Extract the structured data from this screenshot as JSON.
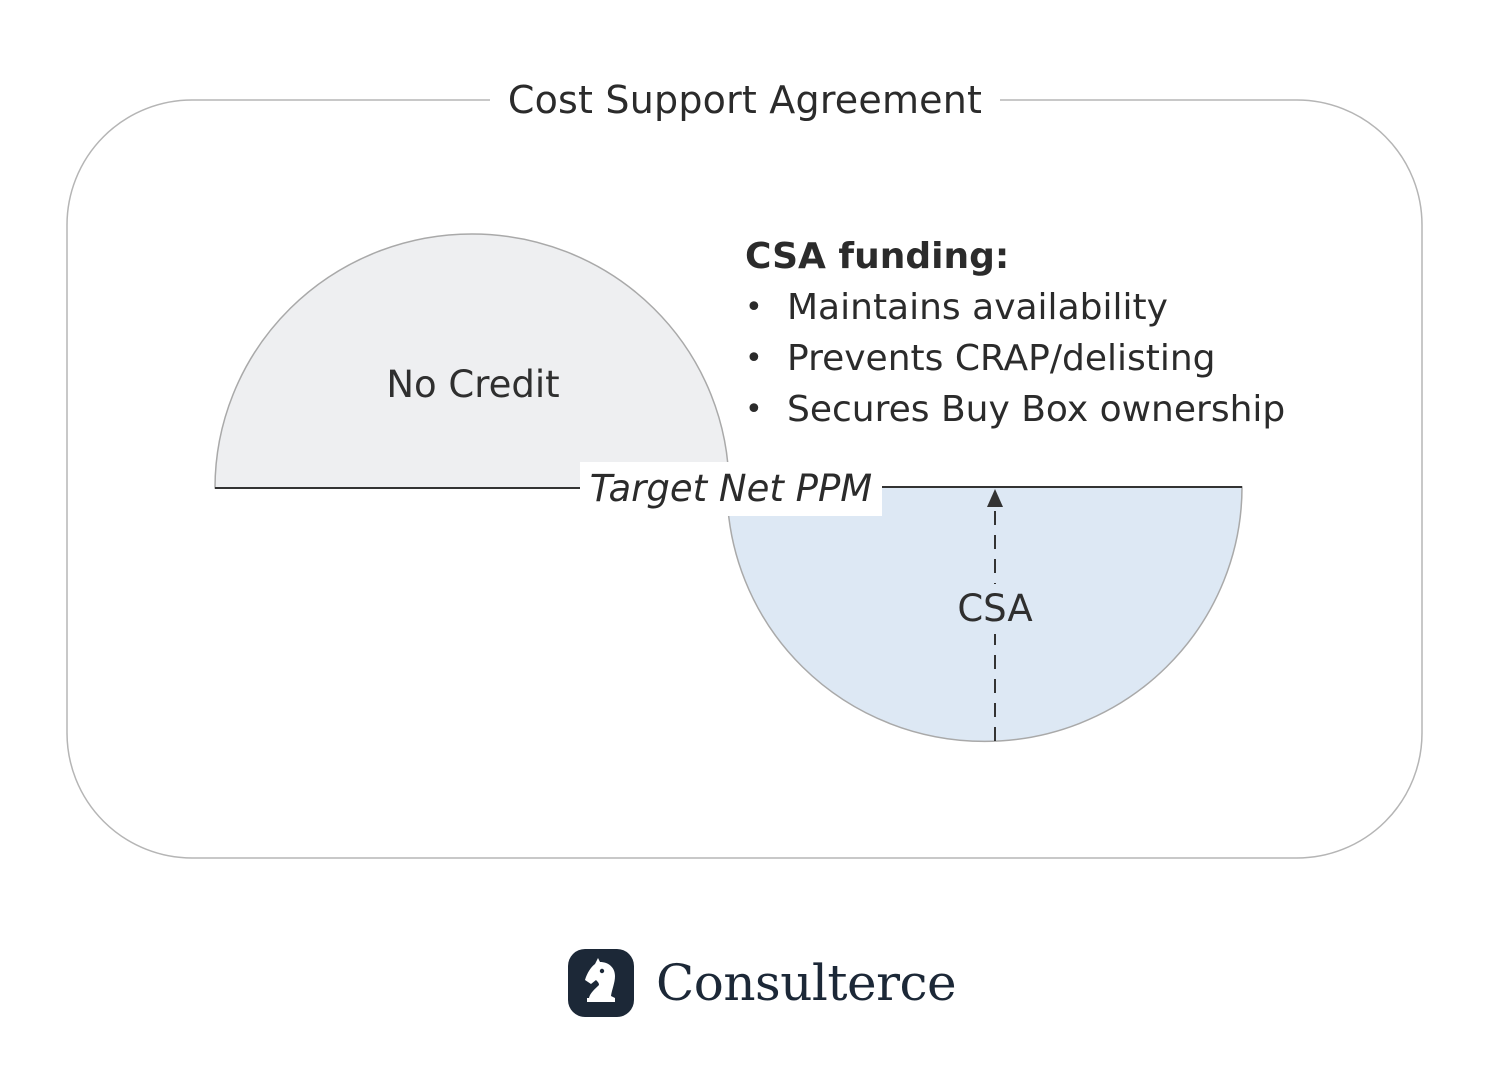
{
  "frame": {
    "title": "Cost Support Agreement"
  },
  "shapes": {
    "upper_label": "No Credit",
    "lower_label": "CSA",
    "baseline_label": "Target Net PPM"
  },
  "funding": {
    "heading": "CSA funding:",
    "bullet_glyph": "•",
    "items": [
      "Maintains availability",
      "Prevents CRAP/delisting",
      "Secures Buy Box ownership"
    ]
  },
  "brand": {
    "name": "Consulterce",
    "logo_icon": "knight-chess-icon"
  },
  "colors": {
    "frame_stroke": "#b5b5b5",
    "no_credit_fill": "#eeeff1",
    "csa_fill": "#dde8f4",
    "baseline": "#333333",
    "logo_bg": "#1c2837"
  }
}
